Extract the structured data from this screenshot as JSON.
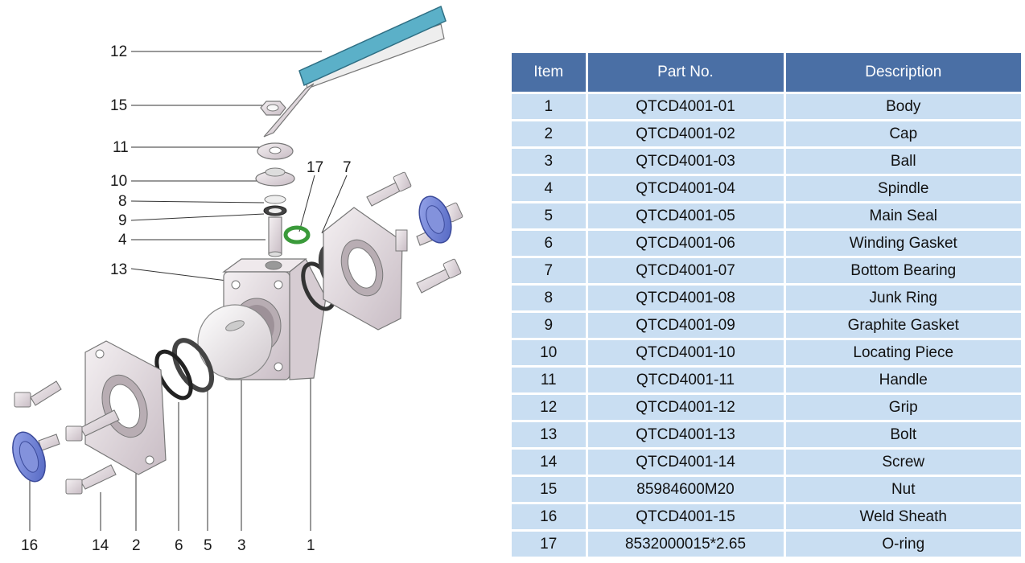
{
  "callouts": [
    {
      "id": "12",
      "label": "12"
    },
    {
      "id": "15",
      "label": "15"
    },
    {
      "id": "11",
      "label": "11"
    },
    {
      "id": "10",
      "label": "10"
    },
    {
      "id": "8",
      "label": "8"
    },
    {
      "id": "9",
      "label": "9"
    },
    {
      "id": "4",
      "label": "4"
    },
    {
      "id": "13",
      "label": "13"
    },
    {
      "id": "17",
      "label": "17"
    },
    {
      "id": "7",
      "label": "7"
    },
    {
      "id": "16",
      "label": "16"
    },
    {
      "id": "14",
      "label": "14"
    },
    {
      "id": "2",
      "label": "2"
    },
    {
      "id": "6",
      "label": "6"
    },
    {
      "id": "5",
      "label": "5"
    },
    {
      "id": "3",
      "label": "3"
    },
    {
      "id": "1",
      "label": "1"
    }
  ],
  "table": {
    "headers": [
      "Item",
      "Part No.",
      "Description"
    ],
    "rows": [
      [
        "1",
        "QTCD4001-01",
        "Body"
      ],
      [
        "2",
        "QTCD4001-02",
        "Cap"
      ],
      [
        "3",
        "QTCD4001-03",
        "Ball"
      ],
      [
        "4",
        "QTCD4001-04",
        "Spindle"
      ],
      [
        "5",
        "QTCD4001-05",
        "Main Seal"
      ],
      [
        "6",
        "QTCD4001-06",
        "Winding Gasket"
      ],
      [
        "7",
        "QTCD4001-07",
        "Bottom Bearing"
      ],
      [
        "8",
        "QTCD4001-08",
        "Junk Ring"
      ],
      [
        "9",
        "QTCD4001-09",
        "Graphite Gasket"
      ],
      [
        "10",
        "QTCD4001-10",
        "Locating Piece"
      ],
      [
        "11",
        "QTCD4001-11",
        "Handle"
      ],
      [
        "12",
        "QTCD4001-12",
        "Grip"
      ],
      [
        "13",
        "QTCD4001-13",
        "Bolt"
      ],
      [
        "14",
        "QTCD4001-14",
        "Screw"
      ],
      [
        "15",
        "85984600M20",
        "Nut"
      ],
      [
        "16",
        "QTCD4001-15",
        "Weld Sheath"
      ],
      [
        "17",
        "8532000015*2.65",
        "O-ring"
      ]
    ]
  },
  "colors": {
    "header_bg": "#4a6fa5",
    "row_bg": "#c9def2",
    "grip": "#5bb0c8",
    "oring": "#3a9a3a",
    "weld_sheath": "#6a7fd0",
    "metal": "#e4dce0"
  }
}
